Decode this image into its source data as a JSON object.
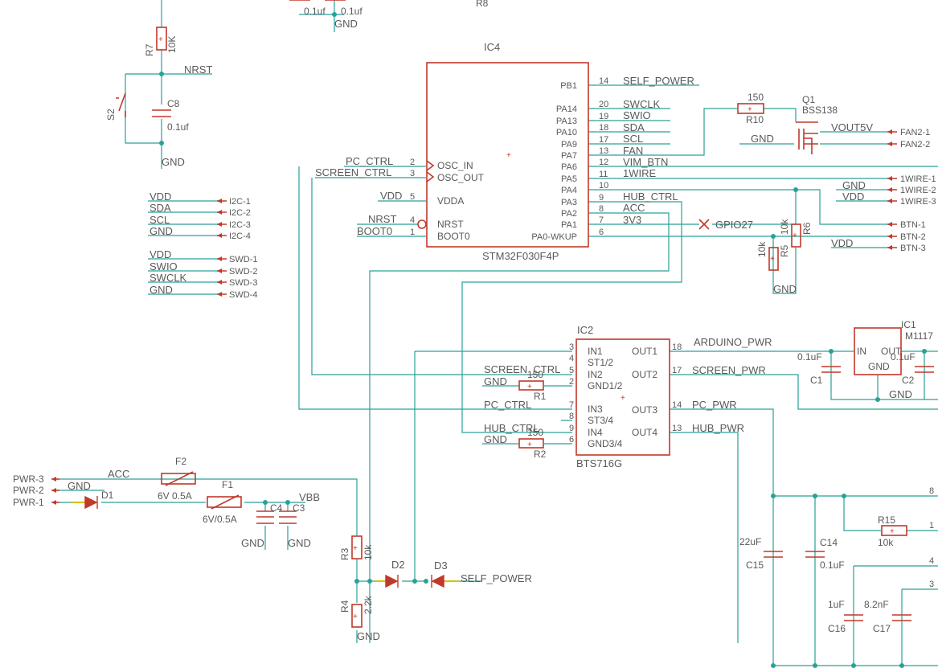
{
  "ic4": {
    "ref": "IC4",
    "part": "STM32F030F4P",
    "left_pins": [
      {
        "net": "PC_CTRL",
        "num": "2",
        "name": "OSC_IN"
      },
      {
        "net": "SCREEN_CTRL",
        "num": "3",
        "name": "OSC_OUT"
      },
      {
        "net": "VDD",
        "num": "5",
        "name": "VDDA"
      },
      {
        "net": "NRST",
        "num": "4",
        "name": "NRST"
      },
      {
        "net": "BOOT0",
        "num": "1",
        "name": "BOOT0"
      }
    ],
    "right_pins": [
      {
        "name": "PB1",
        "num": "14",
        "net": "SELF_POWER"
      },
      {
        "name": "PA14",
        "num": "20",
        "net": "SWCLK"
      },
      {
        "name": "PA13",
        "num": "19",
        "net": "SWIO"
      },
      {
        "name": "PA10",
        "num": "18",
        "net": "SDA"
      },
      {
        "name": "PA9",
        "num": "17",
        "net": "SCL"
      },
      {
        "name": "PA7",
        "num": "13",
        "net": "FAN"
      },
      {
        "name": "PA6",
        "num": "12",
        "net": "VIM_BTN"
      },
      {
        "name": "PA5",
        "num": "11",
        "net": "1WIRE"
      },
      {
        "name": "PA4",
        "num": "10",
        "net": ""
      },
      {
        "name": "PA3",
        "num": "9",
        "net": "HUB_CTRL"
      },
      {
        "name": "PA2",
        "num": "8",
        "net": "ACC"
      },
      {
        "name": "PA1",
        "num": "7",
        "net": "3V3"
      },
      {
        "name": "PA0-WKUP",
        "num": "6",
        "net": ""
      }
    ]
  },
  "ic2": {
    "ref": "IC2",
    "part": "BTS716G",
    "left_pins": [
      {
        "num": "3",
        "name": "IN1"
      },
      {
        "num": "4",
        "name": "ST1/2"
      },
      {
        "num": "5",
        "name": "IN2"
      },
      {
        "num": "2",
        "name": "GND1/2"
      },
      {
        "num": "7",
        "name": "IN3"
      },
      {
        "num": "8",
        "name": "ST3/4"
      },
      {
        "num": "9",
        "name": "IN4"
      },
      {
        "num": "6",
        "name": "GND3/4"
      }
    ],
    "right_pins": [
      {
        "name": "OUT1",
        "num": "18",
        "net": "ARDUINO_PWR"
      },
      {
        "name": "OUT2",
        "num": "17",
        "net": "SCREEN_PWR"
      },
      {
        "name": "OUT3",
        "num": "14",
        "net": "PC_PWR"
      },
      {
        "name": "OUT4",
        "num": "13",
        "net": "HUB_PWR"
      }
    ],
    "left_nets": [
      "SCREEN_CTRL",
      "GND",
      "PC_CTRL",
      "HUB_CTRL",
      "GND"
    ]
  },
  "reset": {
    "r7": "R7",
    "r7_val": "10K",
    "nrst": "NRST",
    "s2": "S2",
    "c8": "C8",
    "c8_val": "0.1uf",
    "gnd": "GND"
  },
  "top": {
    "cap1": "0.1uf",
    "cap2": "0.1uf",
    "gnd": "GND",
    "r8": "R8"
  },
  "i2c": {
    "nets": [
      "VDD",
      "SDA",
      "SCL",
      "GND"
    ],
    "pins": [
      "I2C-1",
      "I2C-2",
      "I2C-3",
      "I2C-4"
    ]
  },
  "swd": {
    "nets": [
      "VDD",
      "SWIO",
      "SWCLK",
      "GND"
    ],
    "pins": [
      "SWD-1",
      "SWD-2",
      "SWD-3",
      "SWD-4"
    ]
  },
  "fan": {
    "r10_val": "150",
    "r10": "R10",
    "q1": "Q1",
    "q1_part": "BSS138",
    "vout": "VOUT5V",
    "gnd": "GND",
    "pins": [
      "FAN2-1",
      "FAN2-2"
    ]
  },
  "onewire": {
    "gnd": "GND",
    "vdd": "VDD",
    "pins": [
      "1WIRE-1",
      "1WIRE-2",
      "1WIRE-3"
    ]
  },
  "btn": {
    "gpio": "GPIO27",
    "r6_val": "10k",
    "r6": "R6",
    "r5_val": "10k",
    "r5": "R5",
    "gnd": "GND",
    "vdd": "VDD",
    "pins": [
      "BTN-1",
      "BTN-2",
      "BTN-3"
    ]
  },
  "ic1": {
    "ref": "IC1",
    "part": "M1117",
    "in": "IN",
    "out": "OUT",
    "gnd_pin": "GND",
    "c1_val": "0.1uF",
    "c1": "C1",
    "c2_val": "0.1uF",
    "c2": "C2",
    "gnd": "GND"
  },
  "ic2_res": {
    "r1_val": "150",
    "r1": "R1",
    "r2_val": "150",
    "r2": "R2"
  },
  "power": {
    "pins": [
      "PWR-3",
      "PWR-2",
      "PWR-1"
    ],
    "acc": "ACC",
    "gnd": "GND",
    "d1": "D1",
    "f2": "F2",
    "f2_val": "6V 0.5A",
    "f1": "F1",
    "f1_val": "6V/0.5A",
    "c4": "C4",
    "c3": "C3",
    "vbb": "VBB",
    "gnd1": "GND",
    "gnd2": "GND",
    "r3": "R3",
    "r3_val": "10k",
    "r4": "R4",
    "r4_val": "2.2k",
    "gnd3": "GND",
    "d2": "D2",
    "d3": "D3",
    "self_power": "SELF_POWER"
  },
  "bottom_right": {
    "c15_val": "22uF",
    "c15": "C15",
    "c14": "C14",
    "c14_val": "0.1uF",
    "r15": "R15",
    "r15_val": "10k",
    "c16_val": "1uF",
    "c16": "C16",
    "c17_val": "8.2nF",
    "c17": "C17",
    "pin_nums": [
      "8",
      "1",
      "4",
      "3"
    ]
  }
}
